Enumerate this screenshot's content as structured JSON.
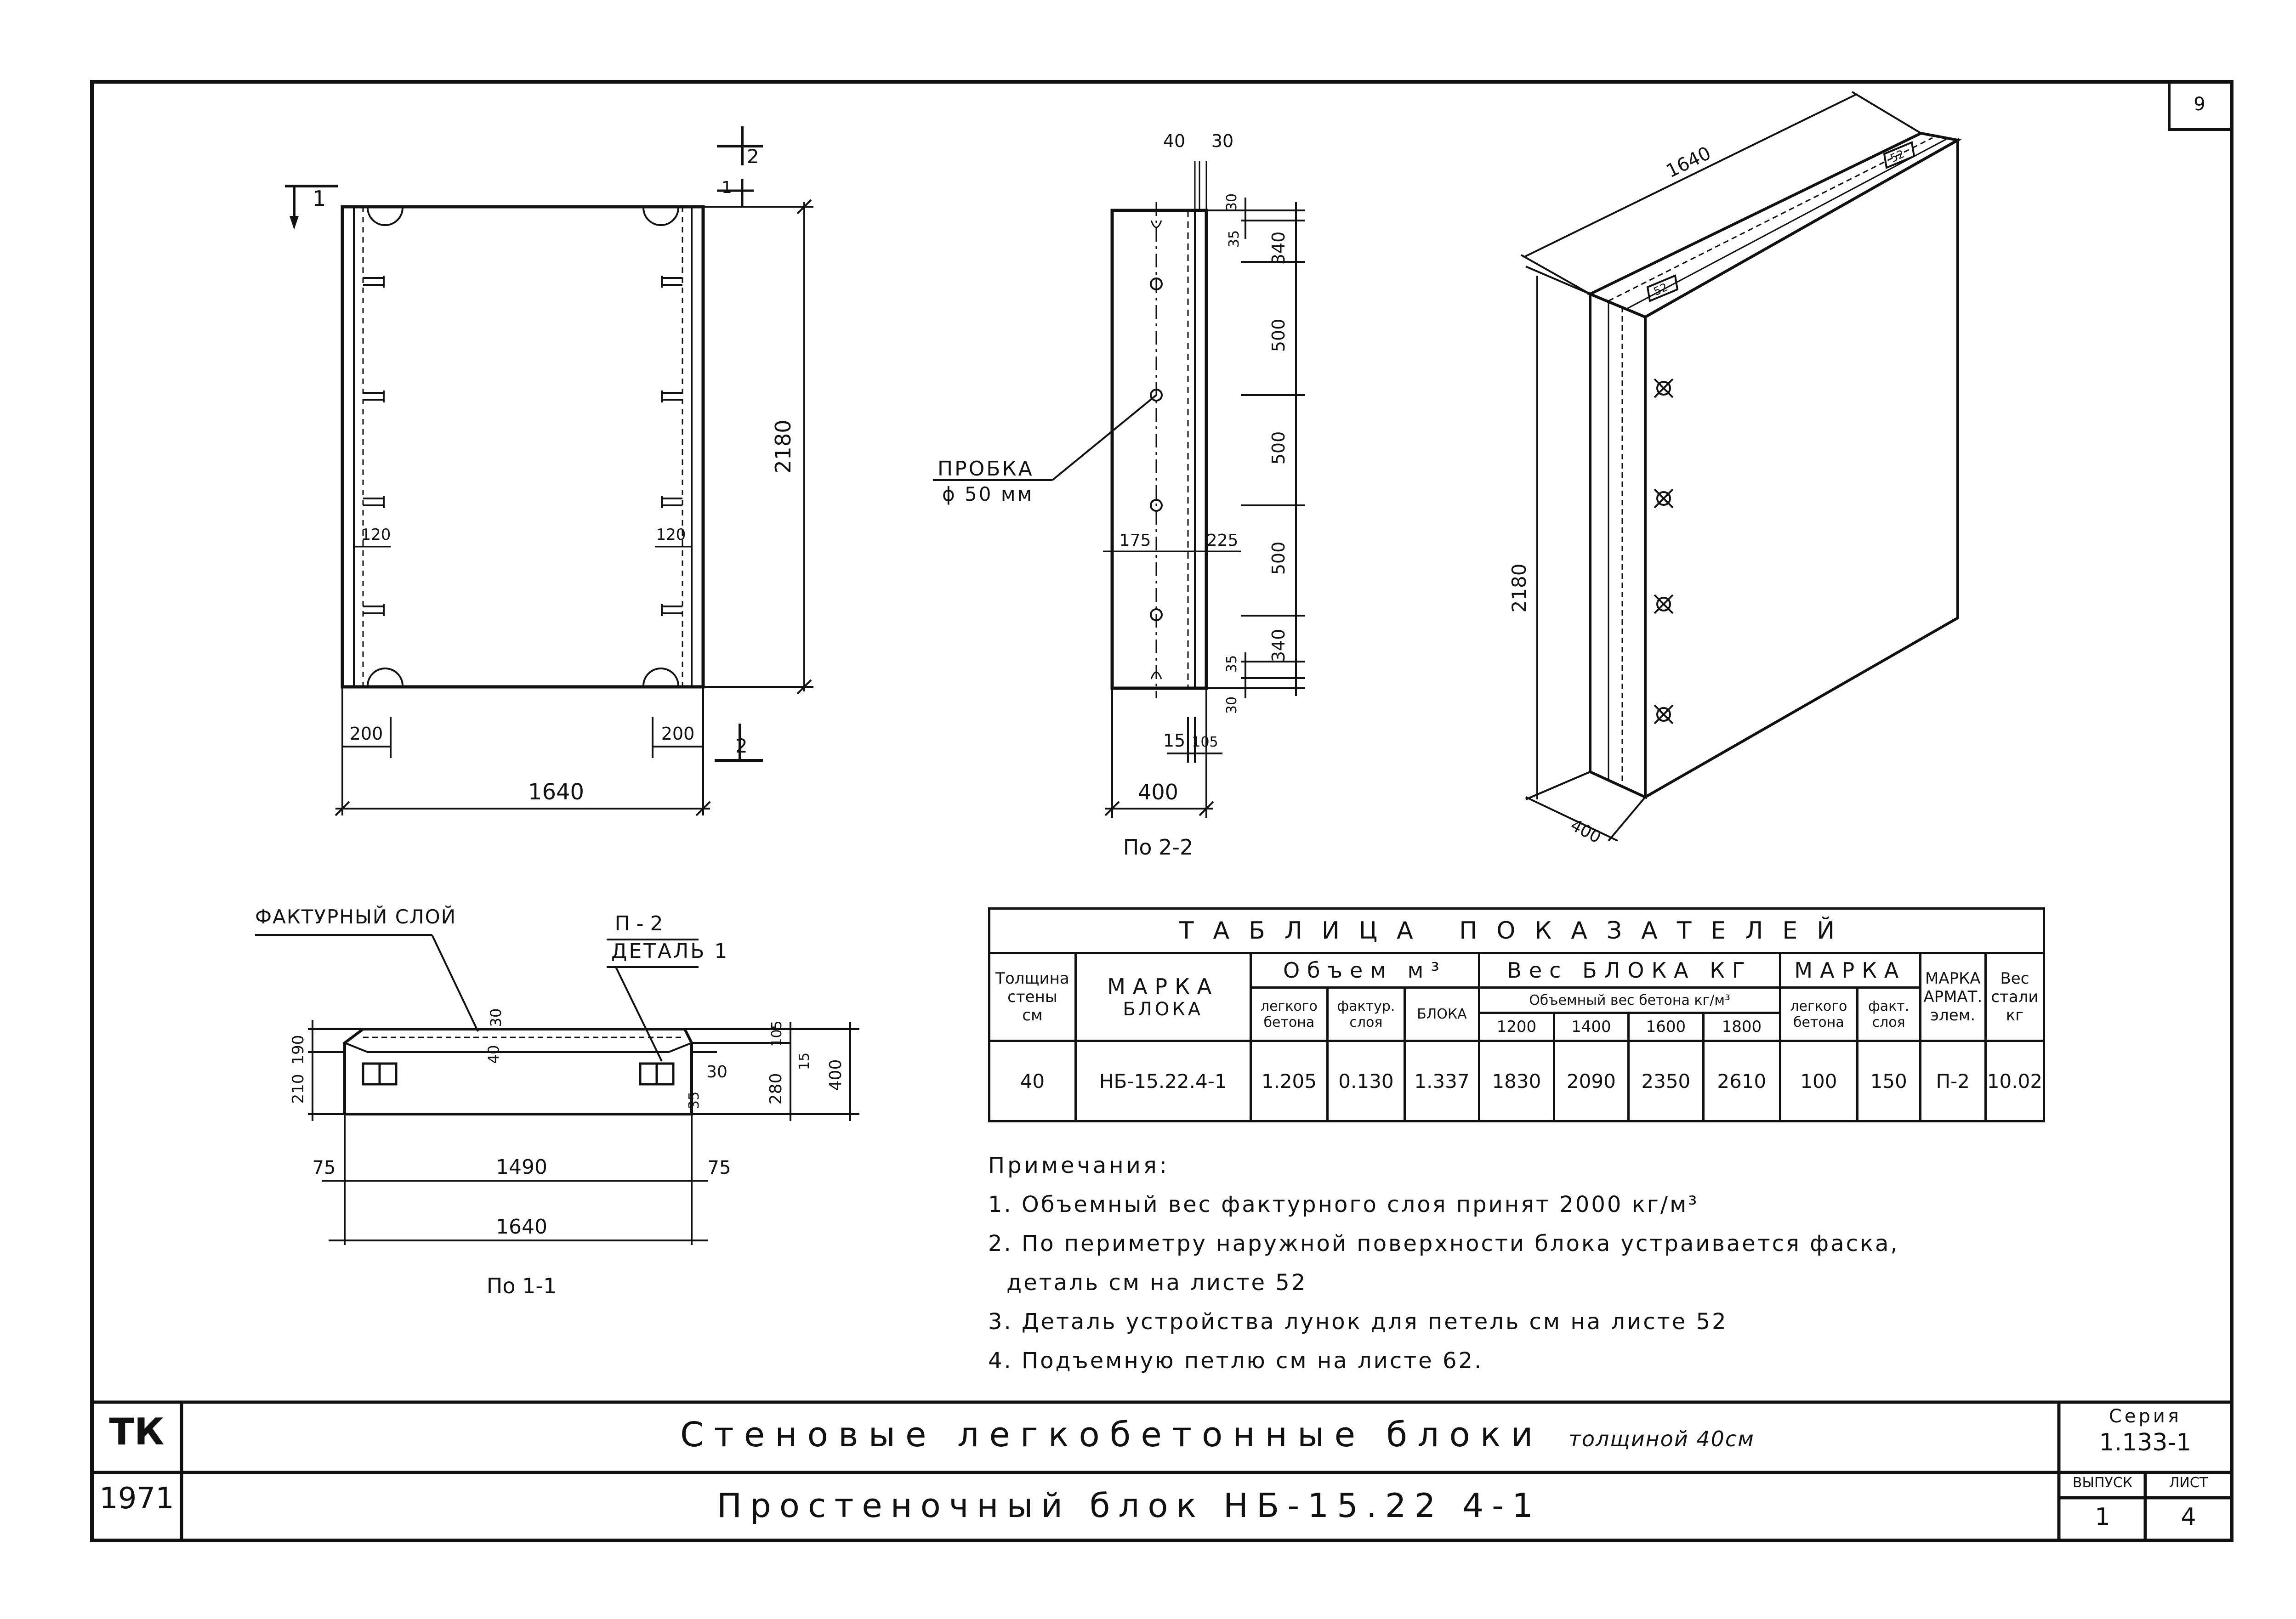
{
  "sheet_number": "9",
  "section_marks": {
    "s1_label": "1",
    "s2_label": "2"
  },
  "front_view": {
    "width_dim": "1640",
    "height_dim": "2180",
    "edge_dim_left": "200",
    "edge_dim_right": "200",
    "inner_dim_left": "120",
    "inner_dim_right": "120"
  },
  "section_2_2": {
    "top_dims": [
      "40",
      "30"
    ],
    "side_dims": [
      "30",
      "35",
      "340",
      "500",
      "500",
      "500",
      "340",
      "35",
      "30"
    ],
    "dim_175": "175",
    "dim_225": "225",
    "bottom_dims": [
      "15",
      "105"
    ],
    "width_dim": "400",
    "caption": "По 2-2",
    "plug_label": "ПРОБКА",
    "plug_diameter": "ϕ 50 мм"
  },
  "iso_view": {
    "length_dim": "1640",
    "height_dim": "2180",
    "depth_dim": "400",
    "tag_1": "52",
    "tag_2": "52"
  },
  "section_1_1": {
    "texture_label": "ФАКТУРНЫЙ СЛОЙ",
    "p2_label": "П - 2",
    "detail_label": "ДЕТАЛЬ 1",
    "left_dims": [
      "210",
      "190"
    ],
    "dim_40": "40",
    "dim_30_top": "30",
    "dim_30_right": "30",
    "dim_35": "35",
    "right_dims": [
      "105",
      "15",
      "280",
      "400"
    ],
    "dims_bottom": [
      "75",
      "1490",
      "75"
    ],
    "total_dim": "1640",
    "caption": "По 1-1"
  },
  "table": {
    "title": "ТАБЛИЦА ПОКАЗАТЕЛЕЙ",
    "headers": {
      "thickness": [
        "Толщина",
        "стены",
        "см"
      ],
      "mark": [
        "МАРКА",
        "БЛОКА"
      ],
      "volume": "Объем м³",
      "volume_sub": [
        [
          "легкого",
          "бетона"
        ],
        [
          "фактур.",
          "слоя"
        ],
        [
          "БЛОКА"
        ]
      ],
      "weight": "Вес БЛОКА КГ",
      "weight_sub": "Объемный вес бетона кг/м³",
      "weight_cols": [
        "1200",
        "1400",
        "1600",
        "1800"
      ],
      "grade": "МАРКА",
      "grade_sub": [
        [
          "легкого",
          "бетона"
        ],
        [
          "факт.",
          "слоя"
        ]
      ],
      "arm_mark": [
        "МАРКА",
        "АРМАТ.",
        "элем."
      ],
      "steel": [
        "Вес",
        "стали",
        "кг"
      ]
    },
    "row": [
      "40",
      "НБ-15.22.4-1",
      "1.205",
      "0.130",
      "1.337",
      "1830",
      "2090",
      "2350",
      "2610",
      "100",
      "150",
      "П-2",
      "10.02"
    ]
  },
  "notes": {
    "title": "Примечания:",
    "items": [
      "1. Объемный вес фактурного слоя принят 2000 кг/м³",
      "2. По периметру наружной поверхности блока устраивается фаска,",
      "деталь см на листе 52",
      "3. Деталь устройства лунок для петель см на листе 52",
      "4. Подъемную петлю см на листе 62."
    ]
  },
  "title_block": {
    "org": "ТК",
    "year": "1971",
    "title": "Стеновые легкобетонные блоки",
    "title_suffix": "толщиной 40см",
    "subtitle": "Простеночный блок НБ-15.22 4-1",
    "series_label": "Серия",
    "series_value": "1.133-1",
    "issue_label": "ВЫПУСК",
    "issue_value": "1",
    "sheet_label": "ЛИСТ",
    "sheet_value": "4"
  }
}
